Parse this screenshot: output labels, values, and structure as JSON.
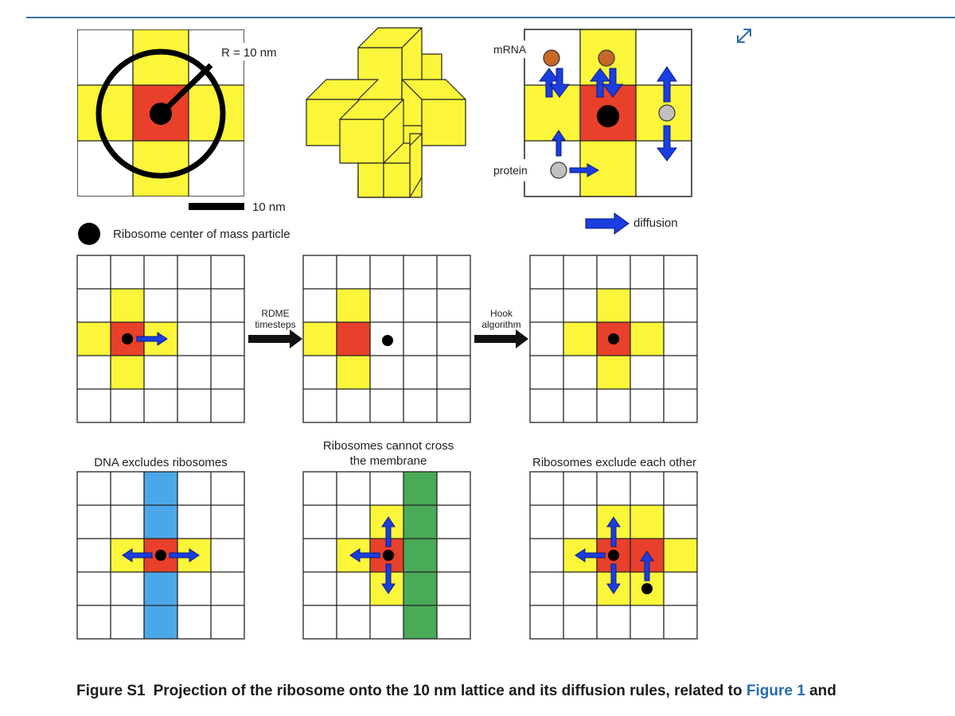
{
  "colors": {
    "red": "#e8402a",
    "yellow": "#fbf63a",
    "blue_arrow": "#1a3ee0",
    "dna_blue": "#4ba8e8",
    "membrane_green": "#49aa57",
    "mrna_brown": "#c8682a",
    "protein_gray": "#c0c0c0",
    "link_blue": "#2a6db0",
    "rule_blue": "#3f6fa0"
  },
  "icons": {
    "expand": "expand-icon"
  },
  "panel_a": {
    "radius_label": "R = 10 nm",
    "scale_label": "10 nm"
  },
  "legend": {
    "ribosome": "Ribosome center of mass particle"
  },
  "panel_c": {
    "mrna_label": "mRNA",
    "protein_label": "protein",
    "diffusion_label": "diffusion"
  },
  "panel_d": {
    "step1_line1": "RDME",
    "step1_line2": "timesteps",
    "step2_line1": "Hook",
    "step2_line2": "algorithm"
  },
  "panel_e": {
    "dna_title": "DNA excludes ribosomes",
    "membrane_title_line1": "Ribosomes cannot cross",
    "membrane_title_line2": "the membrane",
    "exclude_title": "Ribosomes exclude each other"
  },
  "caption": {
    "label": "Figure S1",
    "text": "Projection of the ribosome onto the 10 nm lattice and its diffusion rules, related to",
    "link1": "Figure 1",
    "link2_fragment": "and"
  }
}
